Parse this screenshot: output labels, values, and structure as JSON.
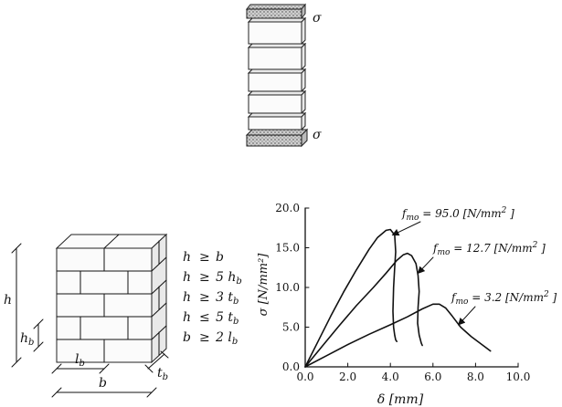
{
  "prism_test": {
    "stress_top_label": "σ",
    "stress_bottom_label": "σ"
  },
  "wall_geometry": {
    "dimension_labels": {
      "h": "h",
      "hb": "h",
      "hb_sub": "b",
      "lb": "l",
      "lb_sub": "b",
      "b": "b",
      "tb": "t",
      "tb_sub": "b"
    },
    "conditions": [
      {
        "lhs": "h",
        "op": "≥",
        "coef": "",
        "var": "b",
        "sub": ""
      },
      {
        "lhs": "h",
        "op": "≥",
        "coef": "5",
        "var": "h",
        "sub": "b"
      },
      {
        "lhs": "h",
        "op": "≥",
        "coef": "3",
        "var": "t",
        "sub": "b"
      },
      {
        "lhs": "h",
        "op": "≤",
        "coef": "5",
        "var": "t",
        "sub": "b"
      },
      {
        "lhs": "b",
        "op": "≥",
        "coef": "2",
        "var": "l",
        "sub": "b"
      }
    ]
  },
  "chart_data": {
    "type": "line",
    "xlabel": "δ [mm]",
    "ylabel": "σ [N/mm²]",
    "xlim": [
      0,
      10
    ],
    "ylim": [
      0,
      20
    ],
    "xticks": [
      "0.0",
      "2.0",
      "4.0",
      "6.0",
      "8.0",
      "10.0"
    ],
    "yticks": [
      "0.0",
      "5.0",
      "10.0",
      "15.0",
      "20.0"
    ],
    "grid": false,
    "series": [
      {
        "name": "f_mo = 95.0 [N/mm²]",
        "label_parts": {
          "f": "f",
          "sub": "mo",
          "eq": " = 95.0 ",
          "unit": "[N/mm",
          "sup": "2",
          "close": " ]"
        },
        "x": [
          0,
          0.6,
          1.2,
          1.8,
          2.4,
          3.0,
          3.4,
          3.8,
          4.0,
          4.2,
          4.25,
          4.2,
          4.15,
          4.12,
          4.15,
          4.2,
          4.25,
          4.3
        ],
        "y": [
          0,
          3.2,
          6.4,
          9.4,
          12.2,
          14.8,
          16.3,
          17.2,
          17.3,
          16.6,
          14.5,
          12.5,
          10.0,
          7.0,
          5.0,
          4.0,
          3.4,
          3.2
        ]
      },
      {
        "name": "f_mo = 12.7 [N/mm²]",
        "label_parts": {
          "f": "f",
          "sub": "mo",
          "eq": " = 12.7 ",
          "unit": "[N/mm",
          "sup": "2",
          "close": " ]"
        },
        "x": [
          0,
          0.8,
          1.6,
          2.4,
          3.2,
          3.8,
          4.3,
          4.6,
          4.8,
          5.0,
          5.2,
          5.3,
          5.35,
          5.3,
          5.28,
          5.35,
          5.45,
          5.5
        ],
        "y": [
          0,
          2.6,
          5.2,
          7.7,
          10.0,
          11.8,
          13.4,
          14.1,
          14.3,
          14.0,
          13.0,
          11.5,
          9.5,
          7.5,
          5.5,
          4.0,
          3.0,
          2.7
        ]
      },
      {
        "name": "f_mo = 3.2 [N/mm²]",
        "label_parts": {
          "f": "f",
          "sub": "mo",
          "eq": " = 3.2 ",
          "unit": "[N/mm",
          "sup": "2",
          "close": " ]"
        },
        "x": [
          0,
          1.0,
          2.0,
          3.0,
          4.0,
          4.8,
          5.5,
          6.0,
          6.3,
          6.6,
          6.9,
          7.3,
          7.8,
          8.3,
          8.7
        ],
        "y": [
          0,
          1.4,
          2.8,
          4.1,
          5.3,
          6.3,
          7.3,
          7.9,
          7.9,
          7.4,
          6.4,
          5.0,
          3.8,
          2.8,
          2.0
        ]
      }
    ]
  }
}
